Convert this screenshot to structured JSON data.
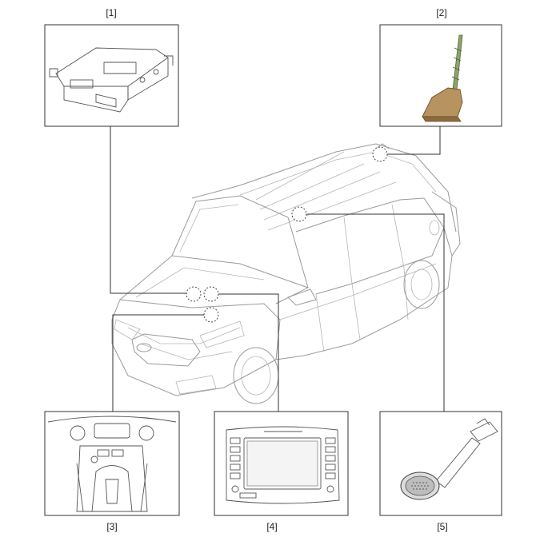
{
  "callouts": [
    {
      "id": "1",
      "label": "[1]"
    },
    {
      "id": "2",
      "label": "[2]"
    },
    {
      "id": "3",
      "label": "[3]"
    },
    {
      "id": "4",
      "label": "[4]"
    },
    {
      "id": "5",
      "label": "[5]"
    }
  ]
}
